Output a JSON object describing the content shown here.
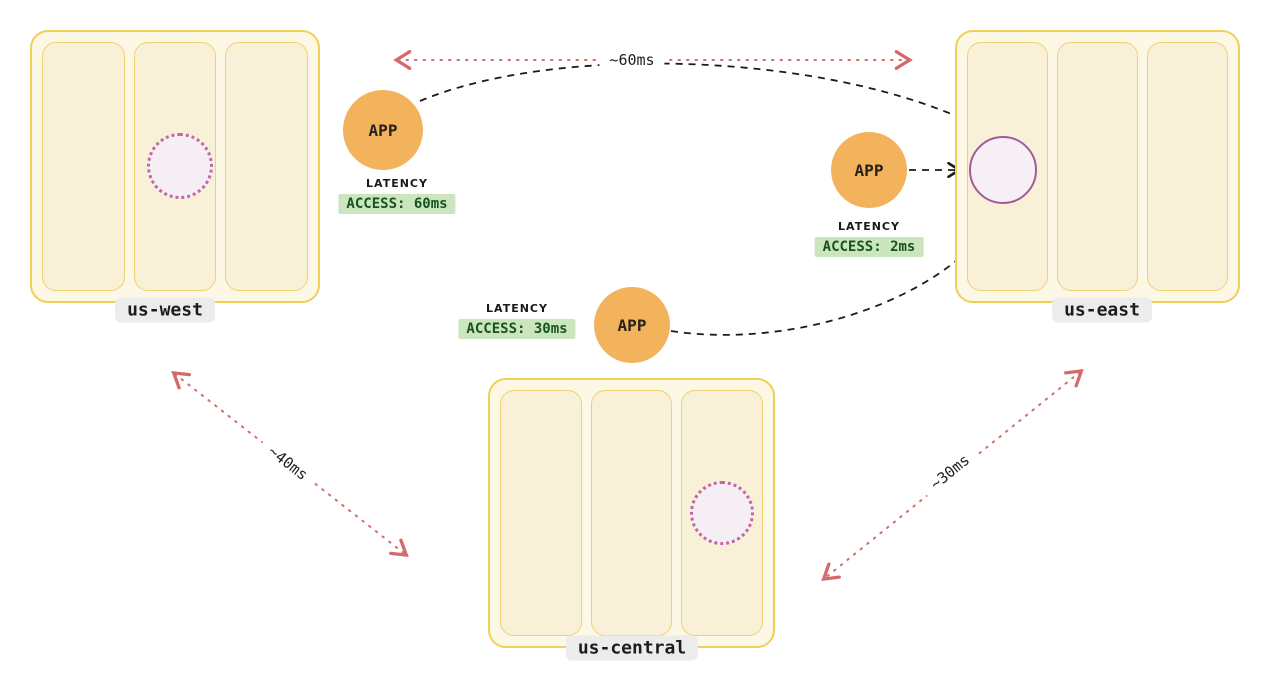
{
  "regions": {
    "us_west": {
      "label": "us-west"
    },
    "us_east": {
      "label": "us-east"
    },
    "us_central": {
      "label": "us-central"
    }
  },
  "apps": {
    "west": {
      "label": "APP",
      "latency_title": "LATENCY",
      "access_value": "ACCESS: 60ms"
    },
    "east": {
      "label": "APP",
      "latency_title": "LATENCY",
      "access_value": "ACCESS: 2ms"
    },
    "central": {
      "label": "APP",
      "latency_title": "LATENCY",
      "access_value": "ACCESS: 30ms"
    }
  },
  "inter_region_latency": {
    "west_east": "~60ms",
    "west_central": "~40ms",
    "east_central": "~30ms"
  },
  "colors": {
    "region_fill": "#fdf8e6",
    "region_border": "#f0cf55",
    "zone_fill": "#f8f1d7",
    "app_fill": "#f2b35c",
    "access_badge_bg": "#cbe5bf",
    "access_badge_text": "#17541d",
    "inter_region_arrow": "#d66a6a",
    "app_access_arrow": "#1a1a1a",
    "db_fill": "#f7eff6",
    "db_primary_border": "#a15c9b",
    "db_replica_border": "#c2679f",
    "region_label_bg": "#ececec"
  }
}
